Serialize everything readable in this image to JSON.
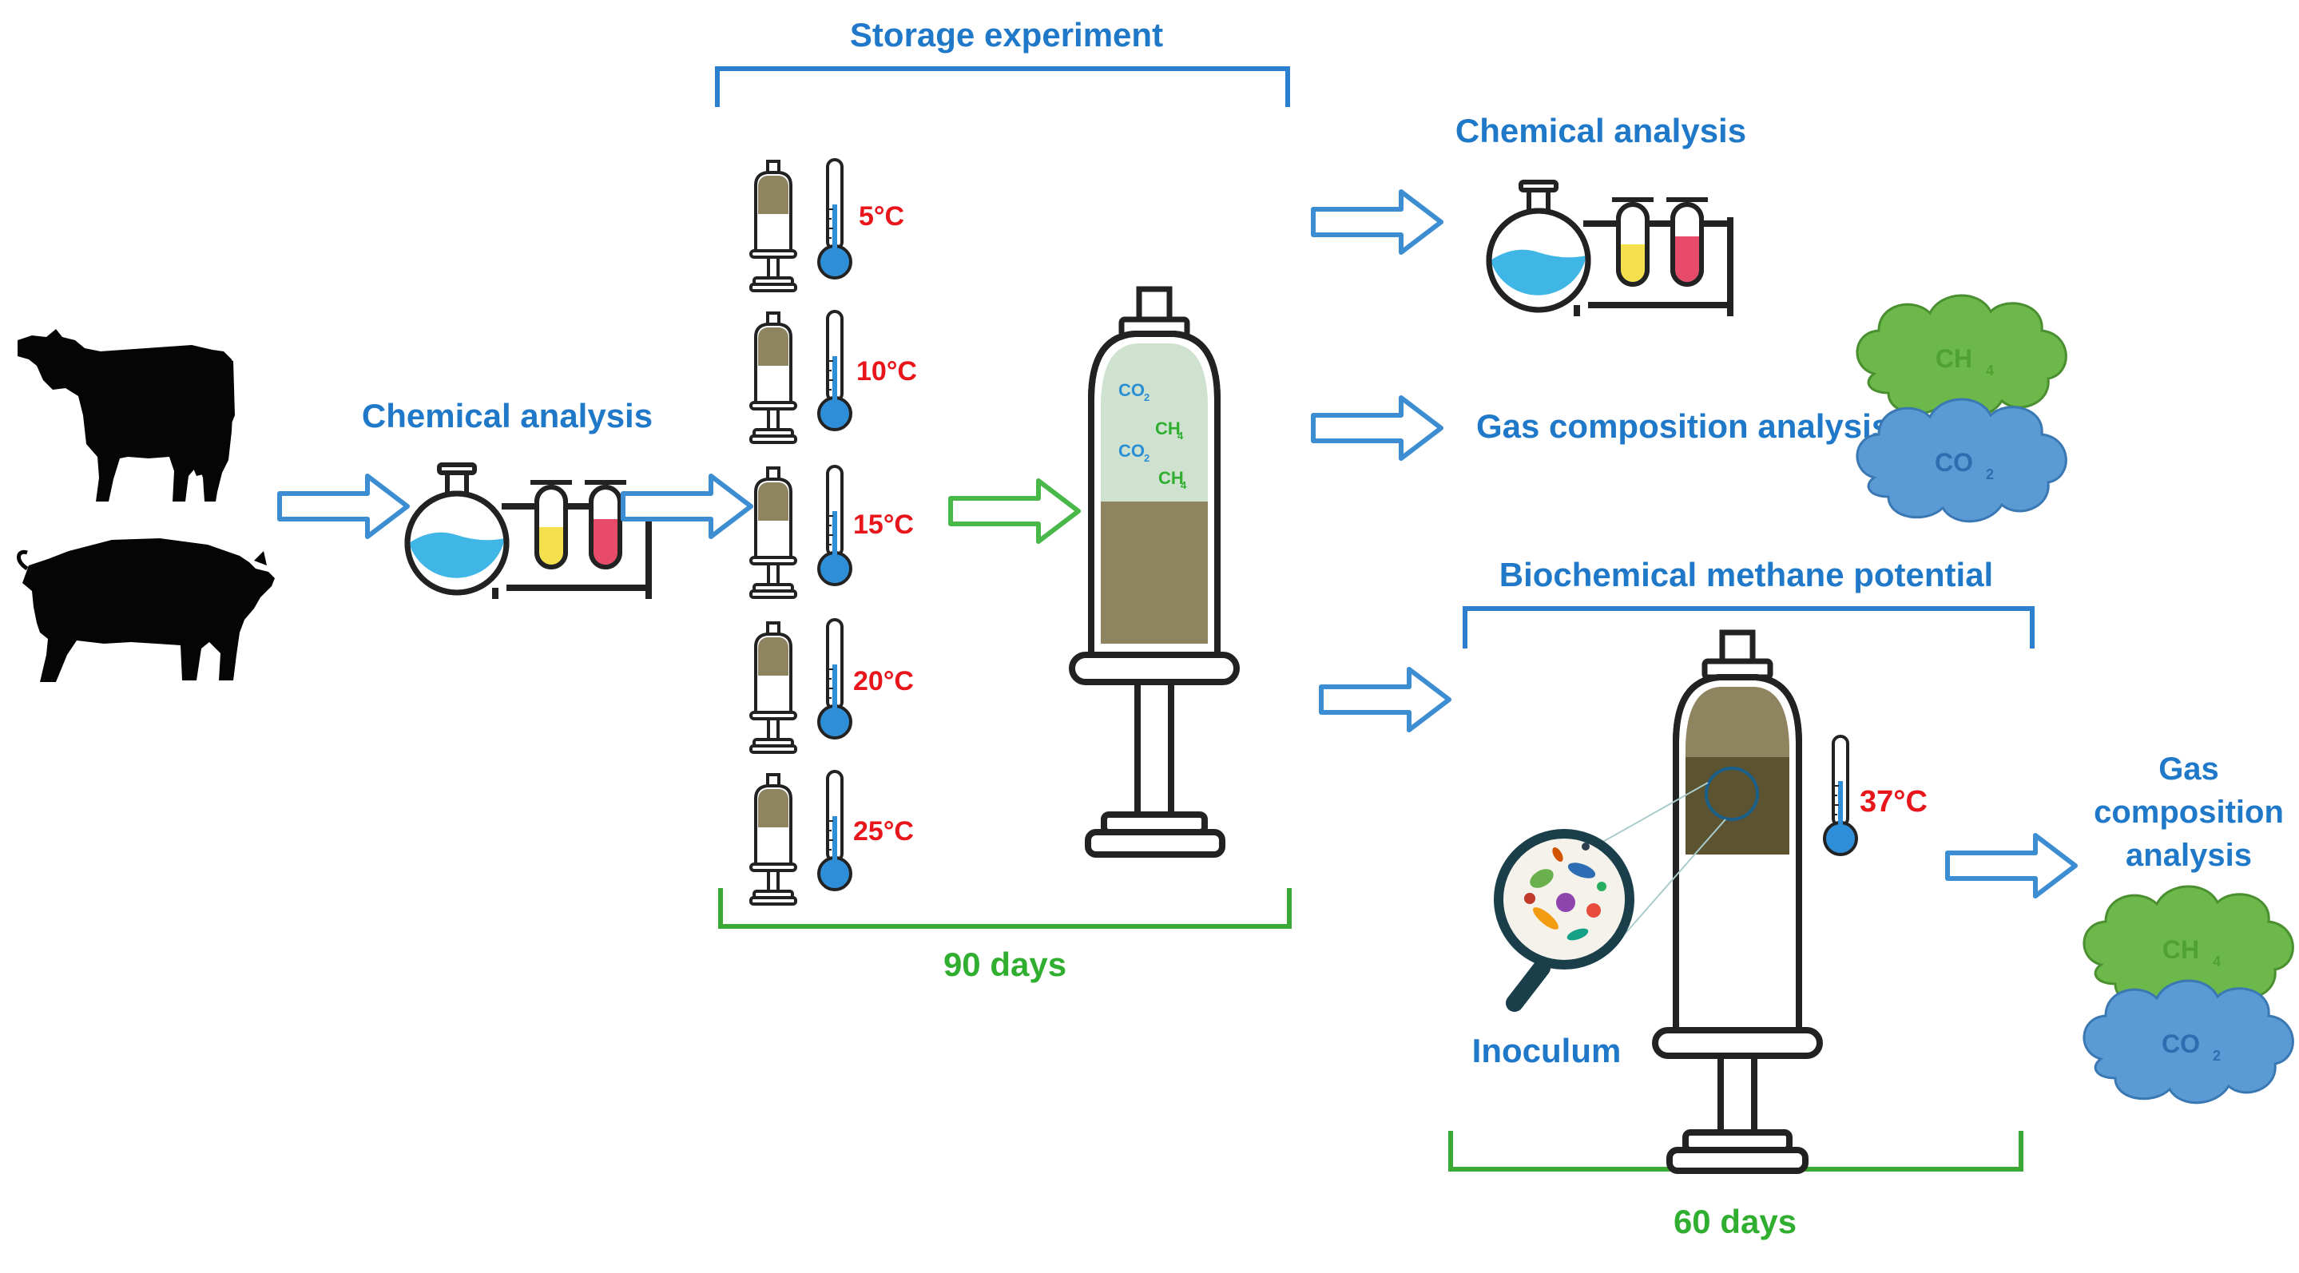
{
  "left_panel": {
    "animals": [
      "cow-icon",
      "pig-icon"
    ],
    "chemical_analysis_label": "Chemical analysis"
  },
  "storage": {
    "title": "Storage experiment",
    "temperatures": [
      "5°C",
      "10°C",
      "15°C",
      "20°C",
      "25°C"
    ],
    "big_syringe_gas_labels": [
      "CO",
      "2",
      "CH",
      "4",
      "CO",
      "2",
      "CH",
      "4"
    ],
    "duration": "90 days"
  },
  "outputs": {
    "chemical_analysis_label": "Chemical analysis",
    "gas_composition_label": "Gas composition analysis",
    "clouds": [
      {
        "base": "CH",
        "sub": "4",
        "color": "#6cb84a"
      },
      {
        "base": "CO",
        "sub": "2",
        "color": "#5b9bd5"
      }
    ]
  },
  "bmp": {
    "title": "Biochemical methane potential",
    "temperature": "37°C",
    "inoculum_label": "Inoculum",
    "duration": "60 days",
    "gas_label_lines": [
      "Gas",
      "composition",
      "analysis"
    ],
    "clouds": [
      {
        "base": "CH",
        "sub": "4",
        "color": "#6cb84a"
      },
      {
        "base": "CO",
        "sub": "2",
        "color": "#5b9bd5"
      }
    ]
  },
  "colors": {
    "title_blue": "#1f78c8",
    "bracket_blue": "#2a7fcf",
    "bracket_green": "#3aaa35",
    "arrow_blue": "#3c8dd2",
    "arrow_green": "#48b848",
    "temp_red": "#e8151b",
    "manure": "#8f8460",
    "manure_dark": "#5c5430",
    "headspace": "#cfe2cf",
    "flask_liquid": "#3fb6e6",
    "tube_yellow": "#f4e04d",
    "tube_red": "#e84a6a",
    "thermo_blue": "#2f8ed8"
  }
}
